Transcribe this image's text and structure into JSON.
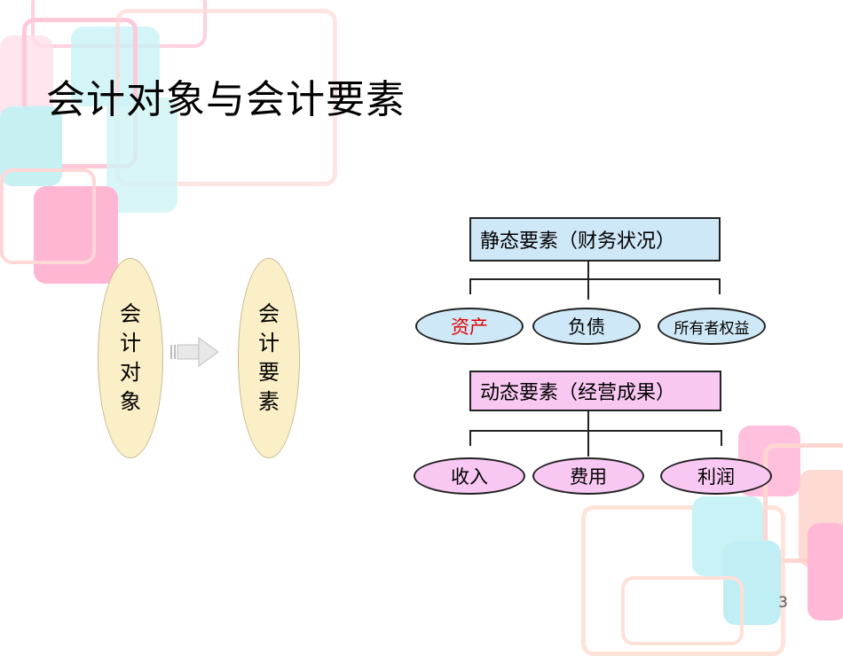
{
  "title": "会计对象与会计要素",
  "left_ellipse": {
    "chars": [
      "会",
      "计",
      "对",
      "象"
    ]
  },
  "right_ellipse": {
    "chars": [
      "会",
      "计",
      "要",
      "素"
    ]
  },
  "static_box": {
    "label": "静态要素（财务状况）"
  },
  "static_items": [
    {
      "label": "资产",
      "color": "#e00000"
    },
    {
      "label": "负债",
      "color": "#000000"
    },
    {
      "label": "所有者权益",
      "color": "#000000"
    }
  ],
  "dynamic_box": {
    "label": "动态要素（经营成果）"
  },
  "dynamic_items": [
    {
      "label": "收入"
    },
    {
      "label": "费用"
    },
    {
      "label": "利润"
    }
  ],
  "colors": {
    "static_fill": "#cfe8f7",
    "dynamic_fill": "#f8c8f2",
    "ellipse_fill": "#fbefc8",
    "accent_red": "#e00000"
  },
  "page_number": "3"
}
